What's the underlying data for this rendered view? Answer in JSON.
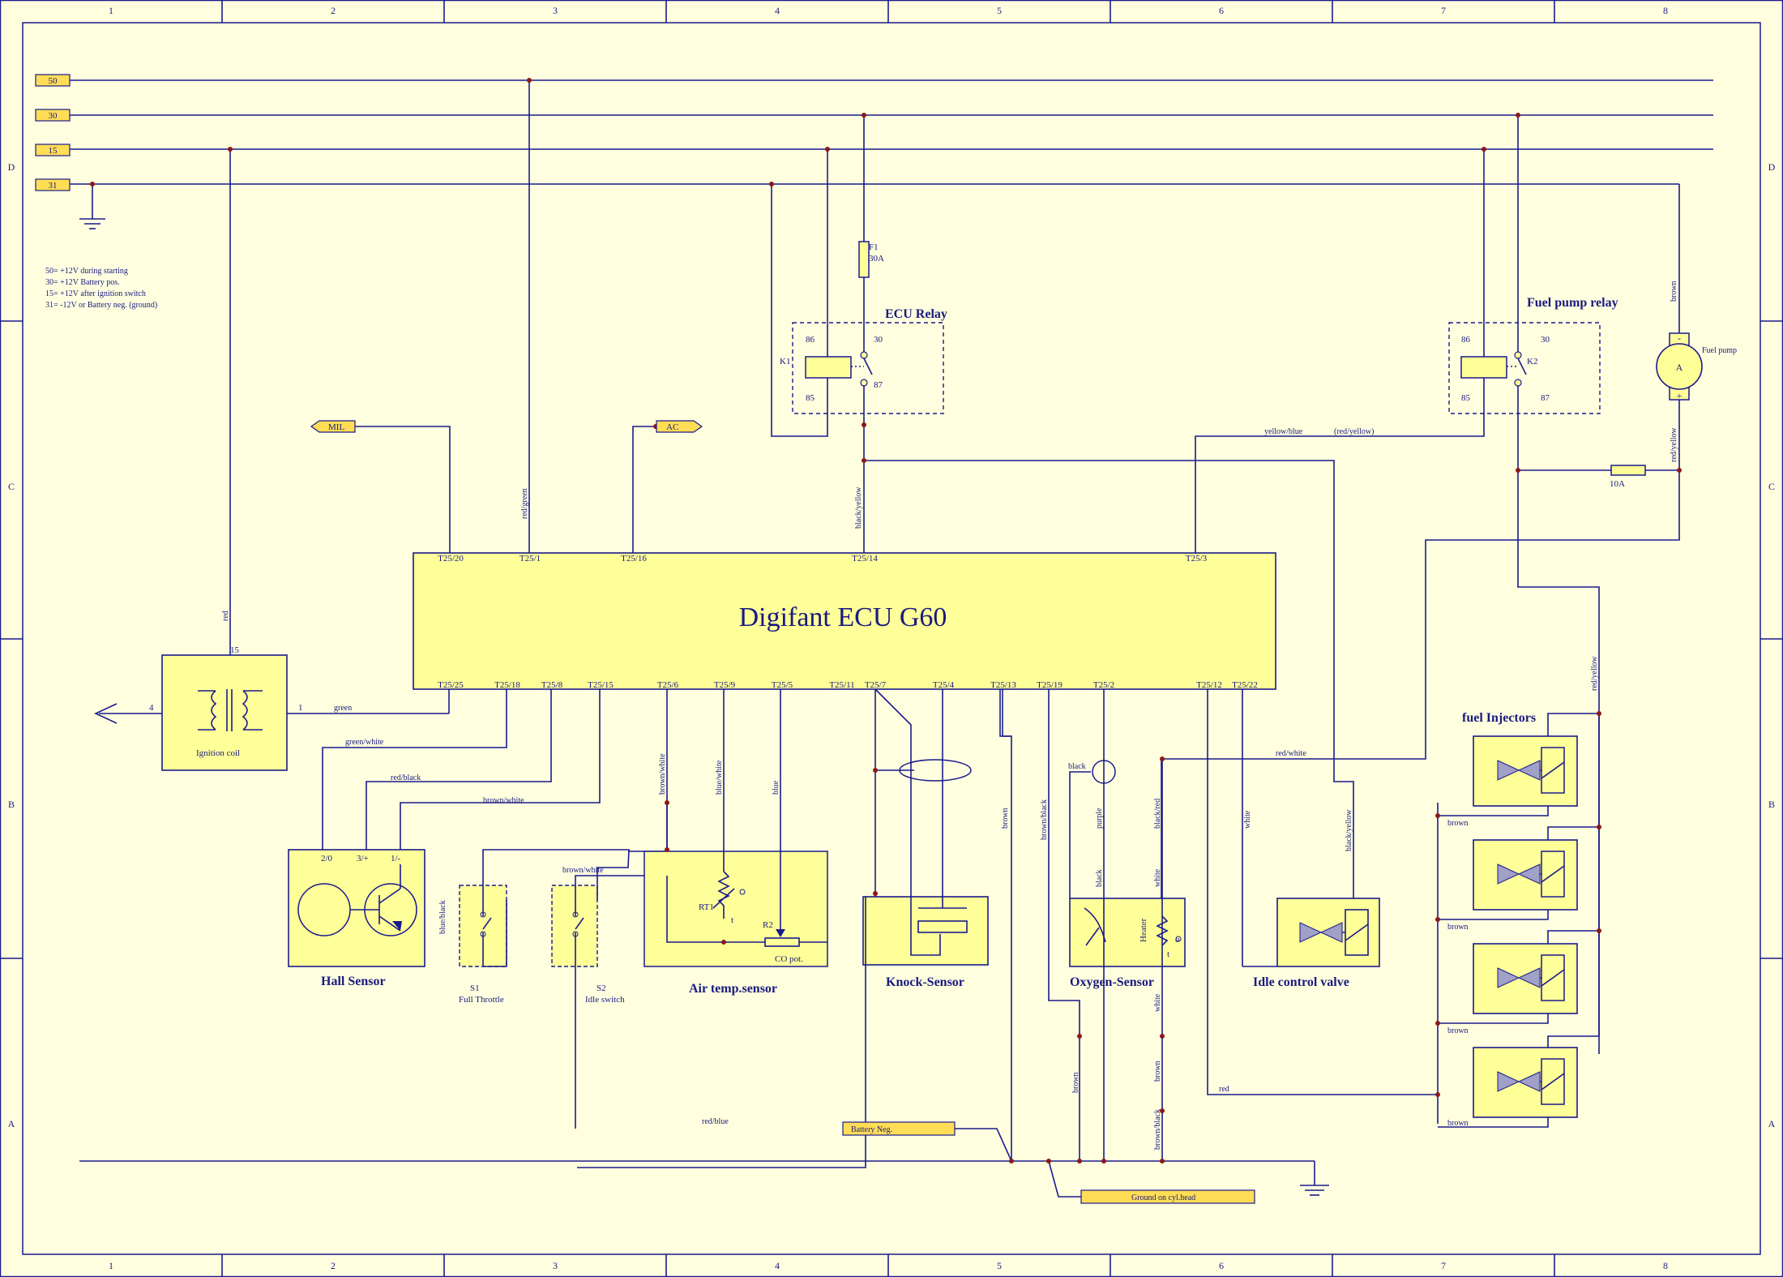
{
  "frame": {
    "columns": [
      "1",
      "2",
      "3",
      "4",
      "5",
      "6",
      "7",
      "8"
    ],
    "rows": [
      "D",
      "C",
      "B",
      "A"
    ]
  },
  "rails": [
    {
      "label": "50"
    },
    {
      "label": "30"
    },
    {
      "label": "15"
    },
    {
      "label": "31"
    }
  ],
  "legend": [
    "50= +12V during starting",
    "30= +12V Battery pos.",
    "15= +12V after ignition switch",
    "31= -12V or Battery neg. (ground)"
  ],
  "ecu": {
    "title": "Digifant ECU G60",
    "top_pins": [
      "T25/20",
      "T25/1",
      "T25/16",
      "T25/14",
      "T25/3"
    ],
    "bottom_pins": [
      "T25/25",
      "T25/18",
      "T25/8",
      "T25/15",
      "T25/6",
      "T25/9",
      "T25/5",
      "T25/11",
      "T25/7",
      "T25/4",
      "T25/13",
      "T25/19",
      "T25/2",
      "T25/12",
      "T25/22"
    ]
  },
  "ecu_relay": {
    "title": "ECU Relay",
    "ref": "K1",
    "pins": [
      "86",
      "30",
      "85",
      "87"
    ]
  },
  "fuel_pump_relay": {
    "title": "Fuel pump relay",
    "ref": "K2",
    "pins": [
      "86",
      "30",
      "85",
      "87"
    ]
  },
  "fuse_f1": {
    "ref": "F1",
    "rating": "30A"
  },
  "fuse_10a": {
    "rating": "10A"
  },
  "fuel_pump": {
    "label": "Fuel pump",
    "symbol": "A",
    "minus": "-",
    "plus": "+"
  },
  "tags": {
    "mil": "MIL",
    "ac": "AC",
    "battery_neg": "Battery Neg.",
    "ground_head": "Ground on cyl.head"
  },
  "ignition_coil": {
    "label": "Ignition coil",
    "pin_top": "15",
    "pin_left": "4",
    "pin_right": "1"
  },
  "hall_sensor": {
    "label": "Hall Sensor",
    "pins": [
      "2/0",
      "3/+",
      "1/-"
    ]
  },
  "s1": {
    "ref": "S1",
    "label": "Full Throttle"
  },
  "s2": {
    "ref": "S2",
    "label": "Idle switch"
  },
  "air_temp": {
    "label": "Air temp.sensor",
    "rt": "RT1",
    "r2": "R2",
    "co": "CO pot.",
    "t": "t",
    "o": "o"
  },
  "knock": {
    "label": "Knock-Sensor"
  },
  "oxygen": {
    "label": "Oxygen-Sensor",
    "heater": "Heater",
    "t": "t",
    "o": "o"
  },
  "idle_valve": {
    "label": "Idle control valve"
  },
  "injectors": {
    "label": "fuel Injectors"
  },
  "wires": {
    "red": "red",
    "red_green": "red/green",
    "black_yellow": "black/yellow",
    "yellow_blue": "yellow/blue",
    "red_yellow_paren": "(red/yellow)",
    "red_yellow": "red/yellow",
    "brown": "brown",
    "green": "green",
    "green_white": "green/white",
    "red_black": "red/black",
    "brown_white": "brown/white",
    "blue_white": "blue/white",
    "blue": "blue",
    "blue_black": "blue/black",
    "red_blue": "red/blue",
    "brown_black": "brown/black",
    "purple": "purple",
    "black": "black",
    "black_red": "black/red",
    "white": "white",
    "red_white": "red/white"
  }
}
